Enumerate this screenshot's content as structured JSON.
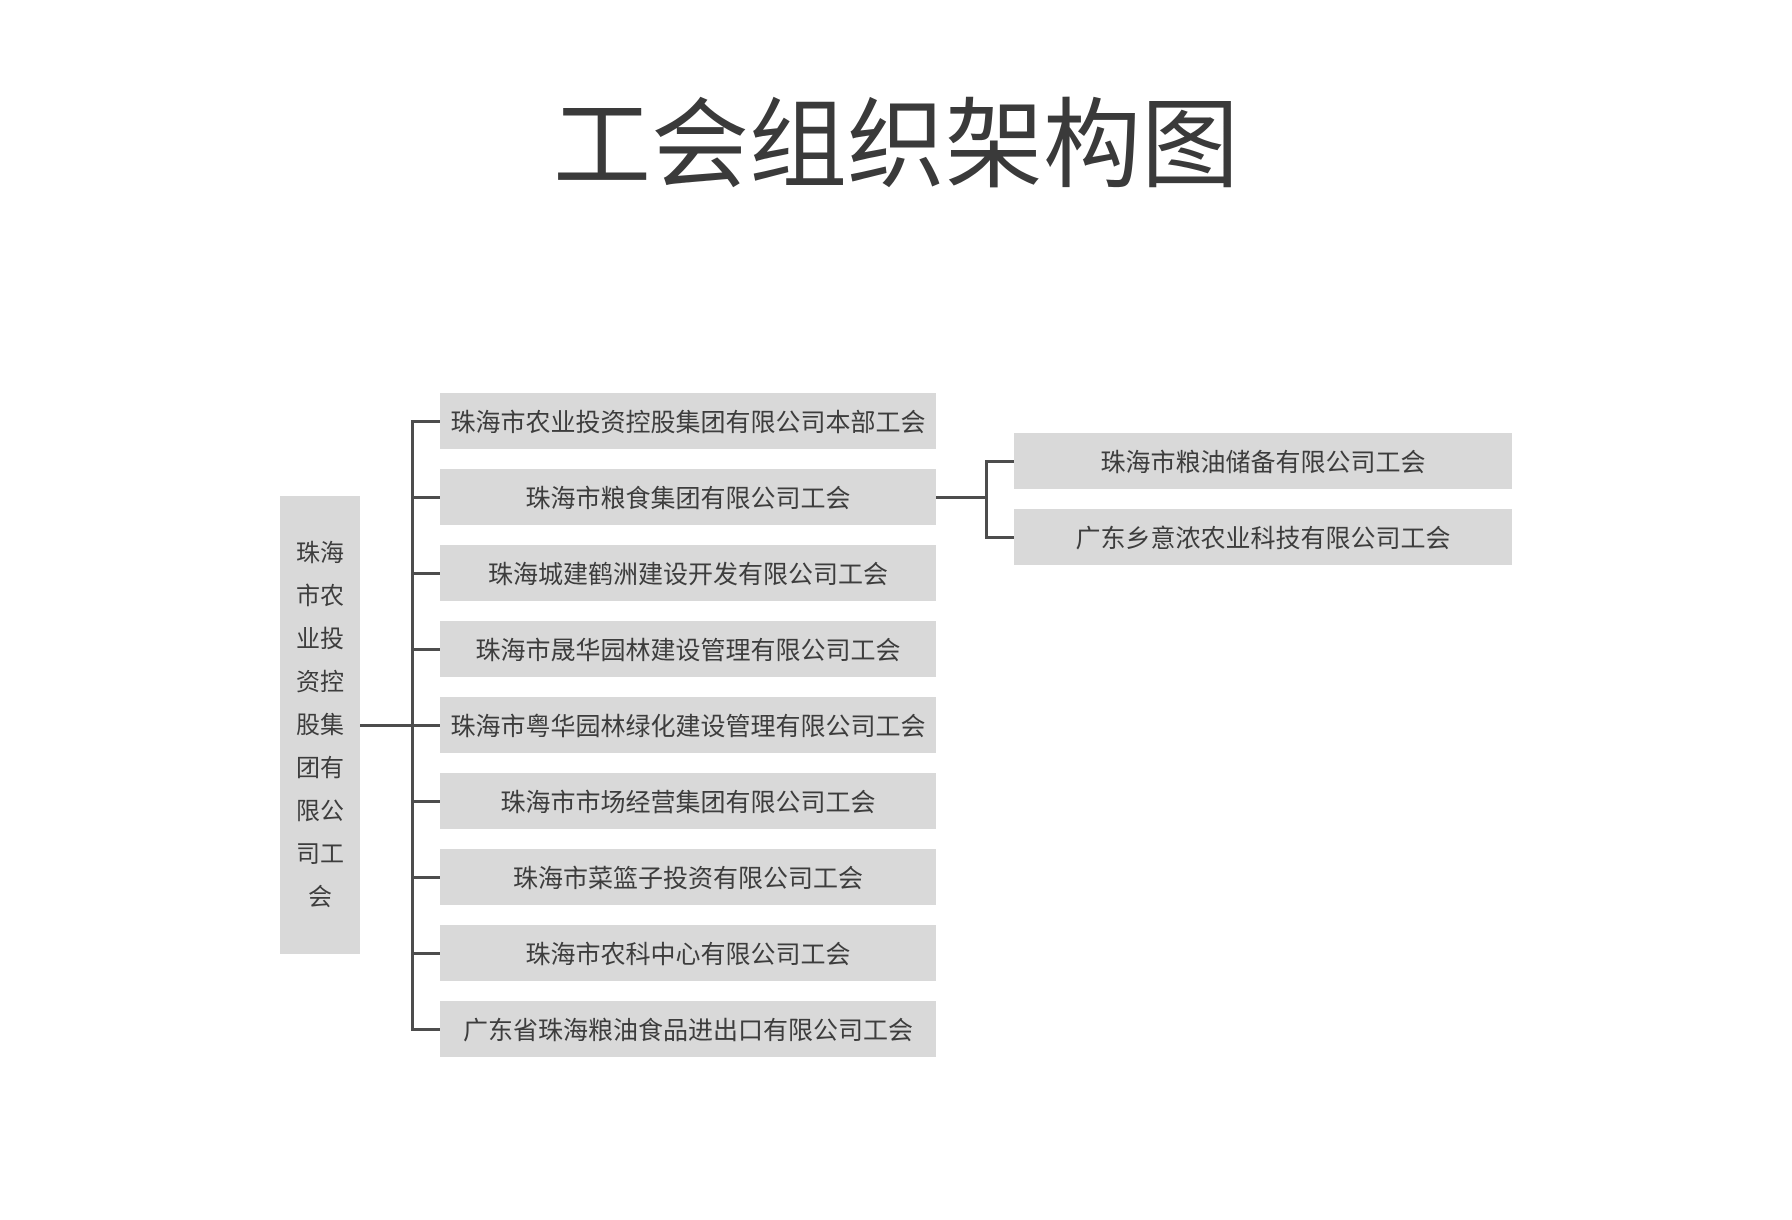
{
  "title": "工会组织架构图",
  "colors": {
    "background": "#ffffff",
    "box_fill": "#d9d9d9",
    "line": "#4d4d4d",
    "text": "#3d3d3d",
    "title_text": "#3a3a3a"
  },
  "org_chart": {
    "root": {
      "label": "珠海市农业投资控股集团有限公司工会"
    },
    "children": [
      {
        "label": "珠海市农业投资控股集团有限公司本部工会"
      },
      {
        "label": "珠海市粮食集团有限公司工会",
        "children": [
          {
            "label": "珠海市粮油储备有限公司工会"
          },
          {
            "label": "广东乡意浓农业科技有限公司工会"
          }
        ]
      },
      {
        "label": "珠海城建鹤洲建设开发有限公司工会"
      },
      {
        "label": "珠海市晟华园林建设管理有限公司工会"
      },
      {
        "label": "珠海市粤华园林绿化建设管理有限公司工会"
      },
      {
        "label": "珠海市市场经营集团有限公司工会"
      },
      {
        "label": "珠海市菜篮子投资有限公司工会"
      },
      {
        "label": "珠海市农科中心有限公司工会"
      },
      {
        "label": "广东省珠海粮油食品进出口有限公司工会"
      }
    ]
  }
}
